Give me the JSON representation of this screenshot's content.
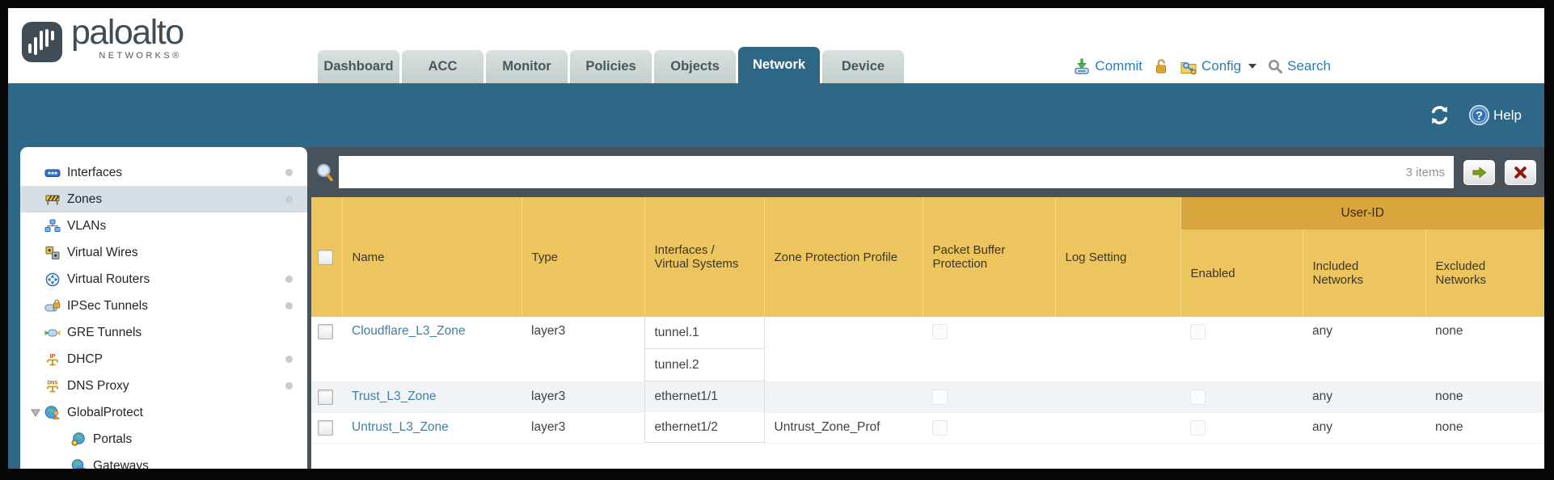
{
  "brand": {
    "name": "paloalto",
    "subtitle": "NETWORKS®"
  },
  "nav": {
    "tabs": [
      {
        "label": "Dashboard",
        "active": false
      },
      {
        "label": "ACC",
        "active": false
      },
      {
        "label": "Monitor",
        "active": false
      },
      {
        "label": "Policies",
        "active": false
      },
      {
        "label": "Objects",
        "active": false
      },
      {
        "label": "Network",
        "active": true
      },
      {
        "label": "Device",
        "active": false
      }
    ]
  },
  "header_actions": {
    "commit_label": "Commit",
    "config_label": "Config",
    "search_label": "Search"
  },
  "toolbar": {
    "help_label": "Help"
  },
  "sidebar": {
    "items": [
      {
        "label": "Interfaces",
        "icon": "interfaces-icon",
        "dot": true
      },
      {
        "label": "Zones",
        "icon": "zones-icon",
        "dot": true,
        "selected": true
      },
      {
        "label": "VLANs",
        "icon": "vlans-icon"
      },
      {
        "label": "Virtual Wires",
        "icon": "virtual-wires-icon"
      },
      {
        "label": "Virtual Routers",
        "icon": "virtual-routers-icon",
        "dot": true
      },
      {
        "label": "IPSec Tunnels",
        "icon": "ipsec-tunnels-icon",
        "dot": true
      },
      {
        "label": "GRE Tunnels",
        "icon": "gre-tunnels-icon"
      },
      {
        "label": "DHCP",
        "icon": "dhcp-icon",
        "dot": true
      },
      {
        "label": "DNS Proxy",
        "icon": "dns-proxy-icon",
        "dot": true
      },
      {
        "label": "GlobalProtect",
        "icon": "globalprotect-icon",
        "expander": true
      },
      {
        "label": "Portals",
        "icon": "portals-icon",
        "child": true
      },
      {
        "label": "Gateways",
        "icon": "gateways-icon",
        "child": true
      }
    ]
  },
  "filter": {
    "value": "",
    "placeholder": "",
    "count_label": "3 items"
  },
  "table": {
    "group_header": "User-ID",
    "columns": [
      {
        "key": "select",
        "label": ""
      },
      {
        "key": "name",
        "label": "Name"
      },
      {
        "key": "type",
        "label": "Type"
      },
      {
        "key": "interfaces",
        "label": "Interfaces / Virtual Systems"
      },
      {
        "key": "zpp",
        "label": "Zone Protection Profile"
      },
      {
        "key": "pbp",
        "label": "Packet Buffer Protection"
      },
      {
        "key": "log",
        "label": "Log Setting"
      },
      {
        "key": "enabled",
        "label": "Enabled",
        "group": "User-ID"
      },
      {
        "key": "included",
        "label": "Included Networks",
        "group": "User-ID"
      },
      {
        "key": "excluded",
        "label": "Excluded Networks",
        "group": "User-ID"
      }
    ],
    "rows": [
      {
        "name": "Cloudflare_L3_Zone",
        "type": "layer3",
        "interfaces": [
          "tunnel.1",
          "tunnel.2"
        ],
        "zone_protection_profile": "",
        "packet_buffer_protection": false,
        "log_setting": "",
        "user_id_enabled": false,
        "included_networks": "any",
        "excluded_networks": "none"
      },
      {
        "name": "Trust_L3_Zone",
        "type": "layer3",
        "interfaces": [
          "ethernet1/1"
        ],
        "zone_protection_profile": "",
        "packet_buffer_protection": false,
        "log_setting": "",
        "user_id_enabled": false,
        "included_networks": "any",
        "excluded_networks": "none"
      },
      {
        "name": "Untrust_L3_Zone",
        "type": "layer3",
        "interfaces": [
          "ethernet1/2"
        ],
        "zone_protection_profile": "Untrust_Zone_Prof",
        "packet_buffer_protection": false,
        "log_setting": "",
        "user_id_enabled": false,
        "included_networks": "any",
        "excluded_networks": "none"
      }
    ]
  }
}
